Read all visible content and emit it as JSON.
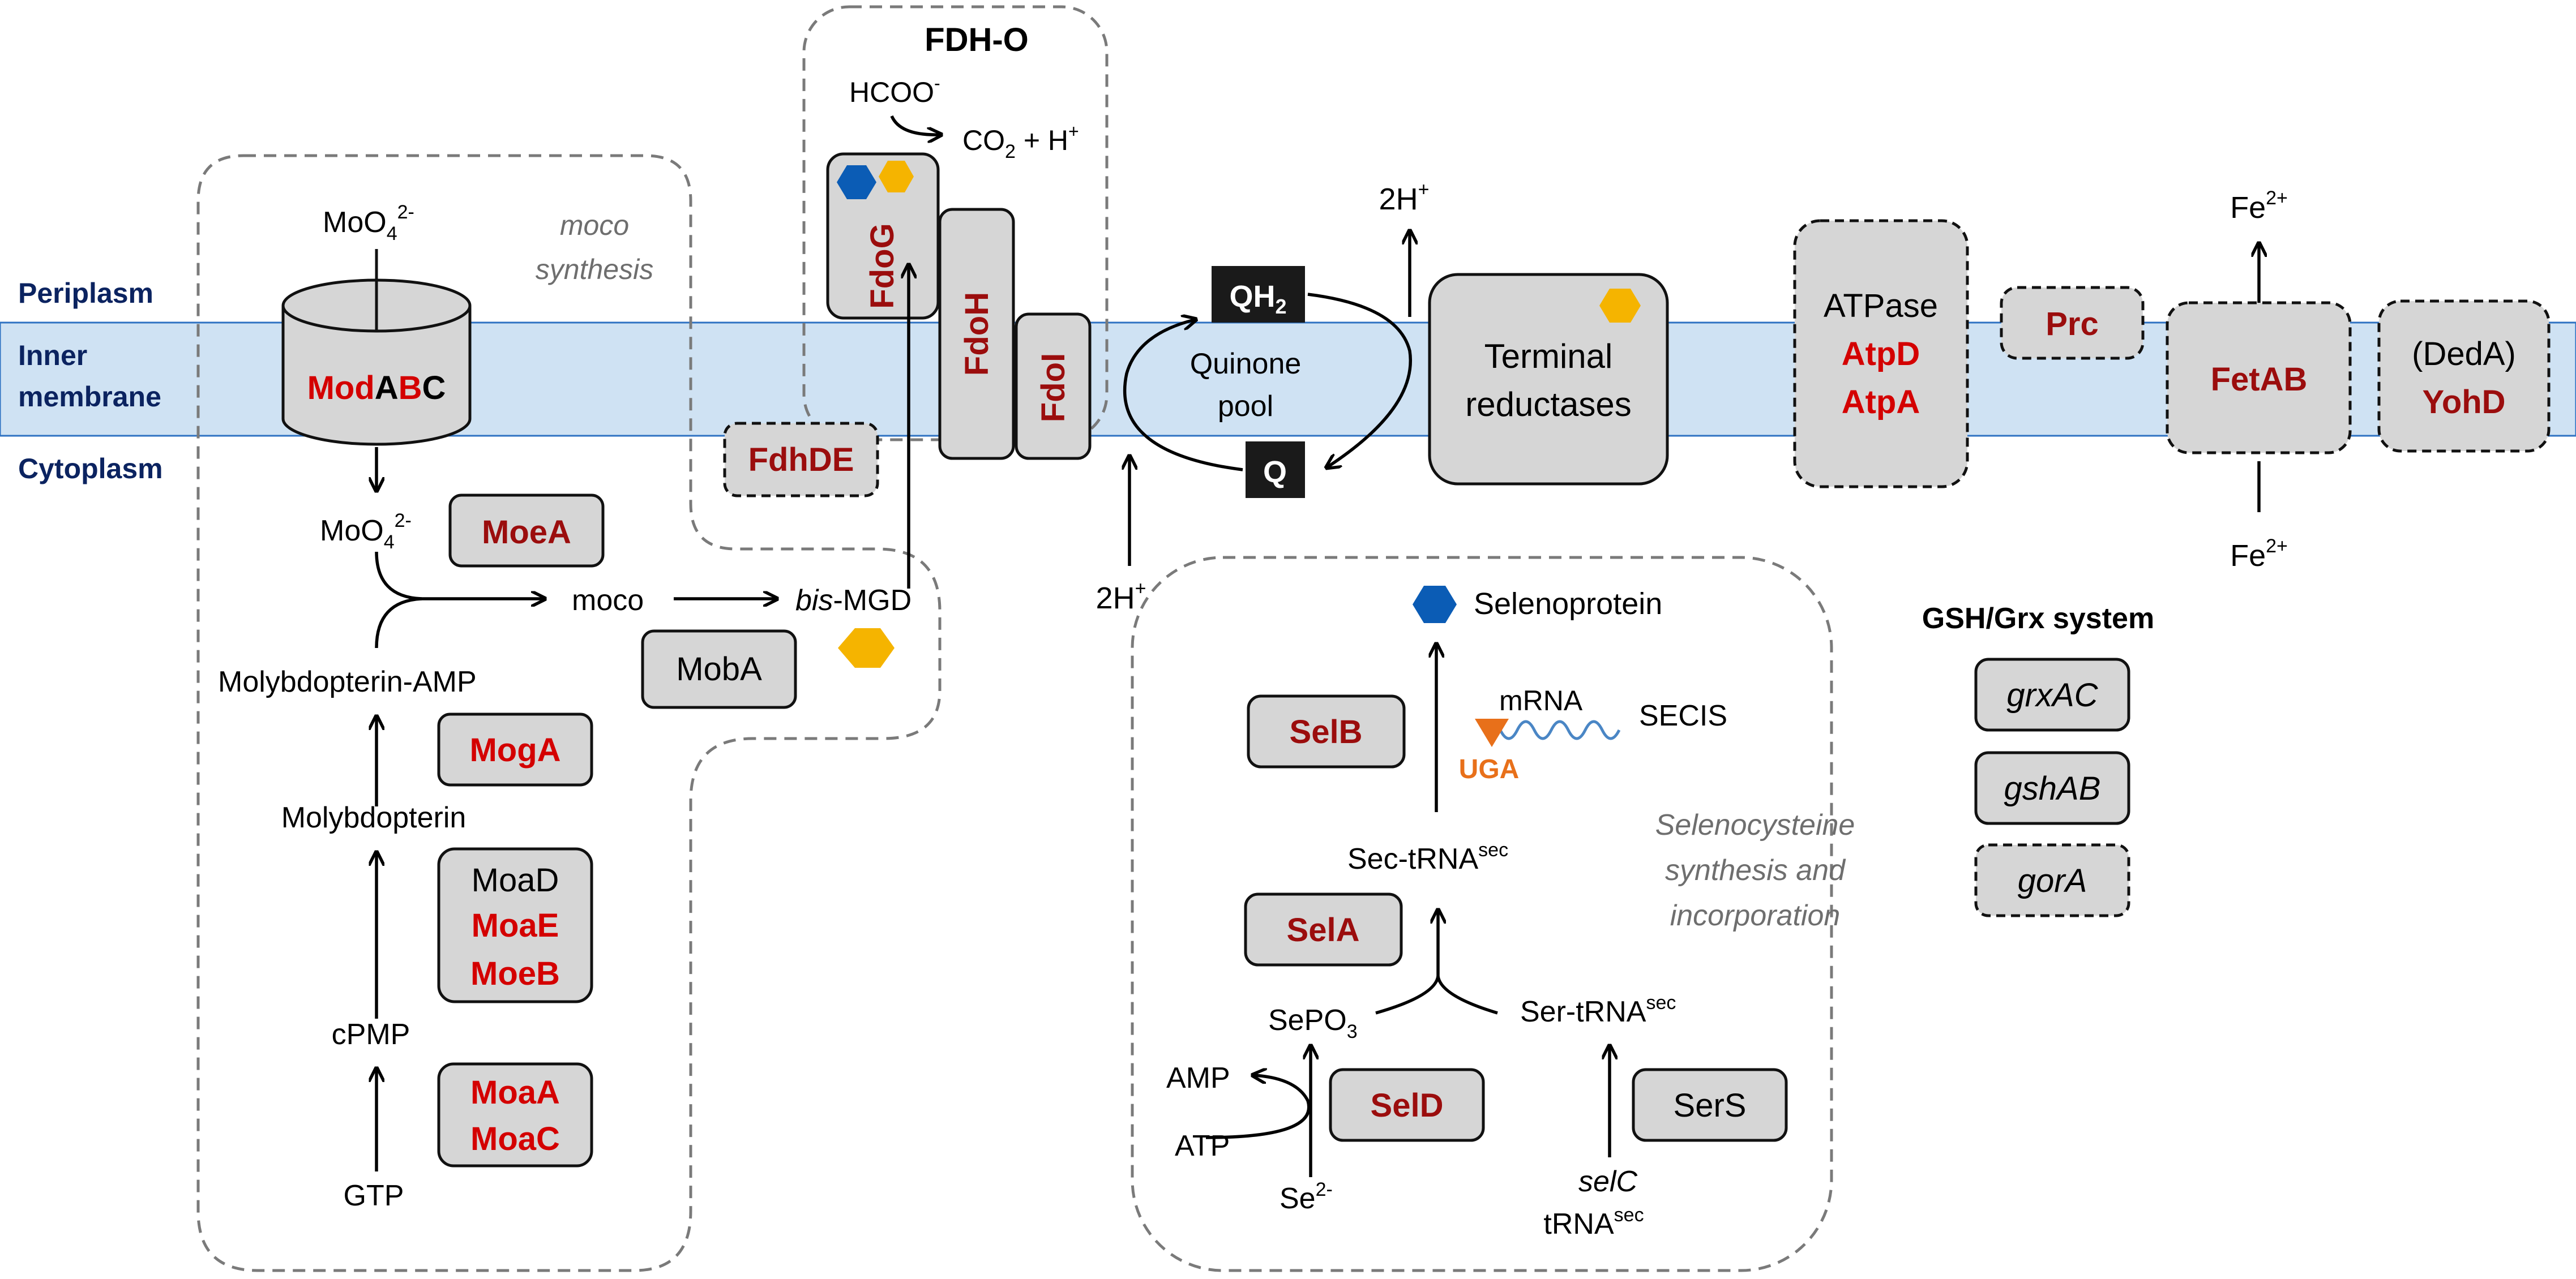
{
  "compartments": {
    "periplasm": "Periplasm",
    "inner_membrane_line1": "Inner",
    "inner_membrane_line2": "membrane",
    "cytoplasm": "Cytoplasm"
  },
  "moco": {
    "region_label_1": "moco",
    "region_label_2": "synthesis",
    "molybdate_base": "MoO",
    "molybdate_sub": "4",
    "molybdate_sup": "2-",
    "transporter": {
      "part1": "Mod",
      "part2": "A",
      "part3": "B",
      "part4": "C"
    },
    "moco": "moco",
    "bis_mgd_italic": "bis",
    "bis_mgd_rest": "-MGD",
    "molybdopterin_amp": "Molybdopterin-AMP",
    "molybdopterin": "Molybdopterin",
    "cpmp": "cPMP",
    "gtp": "GTP",
    "moeA": "MoeA",
    "mobA": "MobA",
    "mogA": "MogA",
    "moaD": "MoaD",
    "moaE": "MoaE",
    "moeB": "MoeB",
    "moaA": "MoaA",
    "moaC": "MoaC"
  },
  "fdh": {
    "title": "FDH-O",
    "formate_base": "HCOO",
    "formate_sup": "-",
    "co2_a": "CO",
    "co2_sub": "2",
    "co2_b": " + H",
    "co2_sup": "+",
    "fdoG": "FdoG",
    "fdoH": "FdoH",
    "fdoI": "FdoI",
    "fdhDE": "FdhDE"
  },
  "quinone": {
    "qh2_base": "QH",
    "qh2_sub": "2",
    "q": "Q",
    "pool_line1": "Quinone",
    "pool_line2": "pool",
    "proton_top_base": "2H",
    "proton_top_sup": "+",
    "proton_bottom_base": "2H",
    "proton_bottom_sup": "+",
    "reductases_line1": "Terminal",
    "reductases_line2": "reductases"
  },
  "atpase": {
    "line1": "ATPase",
    "line2": "AtpD",
    "line3": "AtpA"
  },
  "prc": "Prc",
  "fetab": {
    "label": "FetAB",
    "iron_top_base": "Fe",
    "iron_top_sup": "2+",
    "iron_bottom_base": "Fe",
    "iron_bottom_sup": "2+"
  },
  "deda": {
    "line1": "(DedA)",
    "line2": "YohD"
  },
  "gsh": {
    "title": "GSH/Grx system",
    "grxAC": "grxAC",
    "gshAB": "gshAB",
    "gorA": "gorA"
  },
  "sec": {
    "selenoprotein": "Selenoprotein",
    "mrna": "mRNA",
    "secis": "SECIS",
    "uga": "UGA",
    "region_label_1": "Selenocysteine",
    "region_label_2": "synthesis and",
    "region_label_3": "incorporation",
    "sec_trna_base": "Sec-tRNA",
    "sec_trna_sup": "sec",
    "ser_trna_base": "Ser-tRNA",
    "ser_trna_sup": "sec",
    "sepo3_base": "SePO",
    "sepo3_sub": "3",
    "amp": "AMP",
    "atp": "ATP",
    "se_base": "Se",
    "se_sup": "2-",
    "selC": "selC",
    "trna_base": "tRNA",
    "trna_sup": "sec",
    "selB": "SelB",
    "selA": "SelA",
    "selD": "SelD",
    "serS": "SerS"
  },
  "colors": {
    "membrane": "#cfe2f3",
    "protein_fill": "#d6d6d6",
    "red_label": "#d40000",
    "dark_red_label": "#9b0d0d",
    "compartment_label": "#0b2360",
    "selenium_hexagon": "#0b5cb5",
    "molybdenum_hexagon": "#f5b400",
    "heme_hexagon": "#f5b400",
    "uga_triangle": "#e8701a"
  },
  "icons": [
    "selenium-hexagon-icon",
    "molybdenum-hexagon-icon",
    "iron-sulfur-hexagon-icon",
    "uga-triangle-icon",
    "mrna-wave-icon"
  ]
}
